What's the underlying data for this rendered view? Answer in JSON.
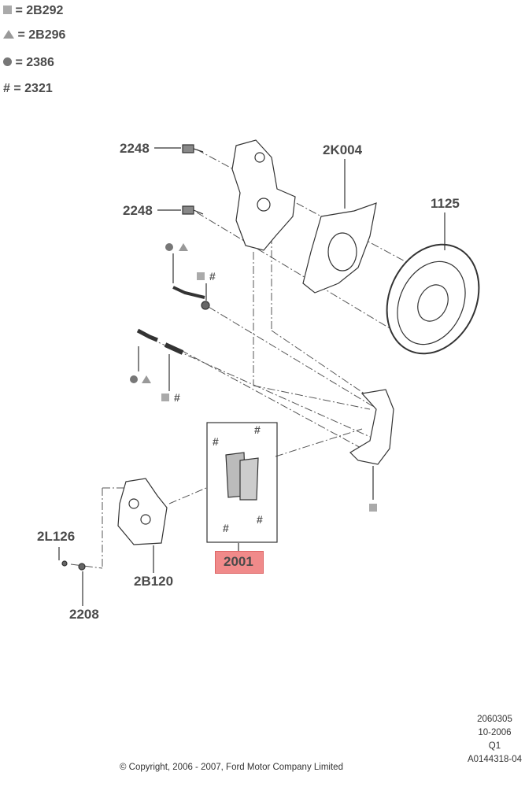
{
  "legend": [
    {
      "icon": "square",
      "text": "= 2B292"
    },
    {
      "icon": "triangle",
      "text": "= 2B296"
    },
    {
      "icon": "circle",
      "text": "= 2386"
    },
    {
      "icon": "hash",
      "text": "= 2321"
    }
  ],
  "callouts": {
    "bolt_upper": "2248",
    "bolt_lower": "2248",
    "splash_shield": "2K004",
    "rotor": "1125",
    "brake_pads": "2001",
    "bleed_screw": "2L126",
    "caliper": "2B120",
    "bleed_cap": "2208"
  },
  "symbols": {
    "hash": "#"
  },
  "footer": {
    "copyright": "© Copyright, 2006 - 2007, Ford Motor Company Limited",
    "codes": [
      "2060305",
      "10-2006",
      "Q1",
      "A0144318-04"
    ]
  },
  "colors": {
    "highlight": "#f08a8a",
    "symbol_gray": "#aaaaaa"
  }
}
